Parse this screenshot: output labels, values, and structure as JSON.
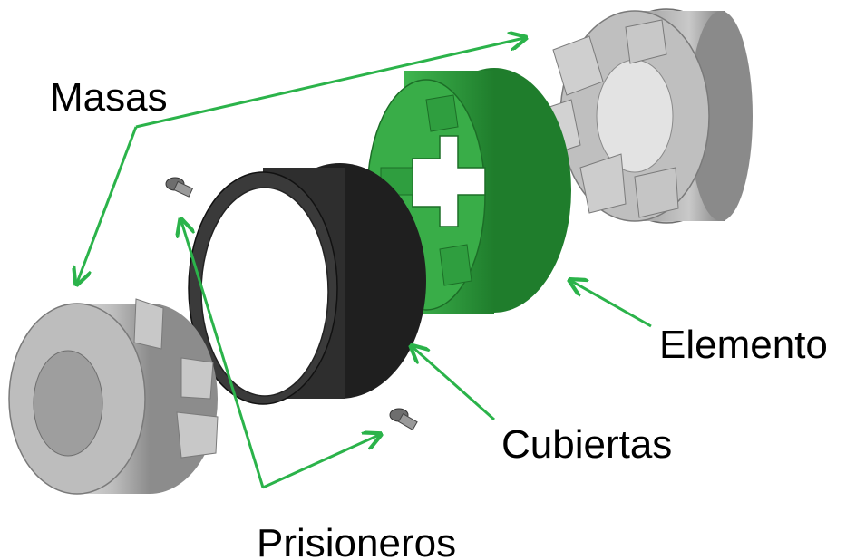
{
  "labels": {
    "masas": "Masas",
    "elemento": "Elemento",
    "cubiertas": "Cubiertas",
    "prisioneros": "Prisioneros"
  },
  "colors": {
    "arrow": "#2bb34a",
    "element_green": "#2f9e3f",
    "hub_gray": "#a9a9a9",
    "cover_black": "#2e2e2e"
  },
  "icons": [
    "hub-left",
    "hub-right",
    "green-element",
    "black-cover",
    "screw-top",
    "screw-bottom"
  ]
}
